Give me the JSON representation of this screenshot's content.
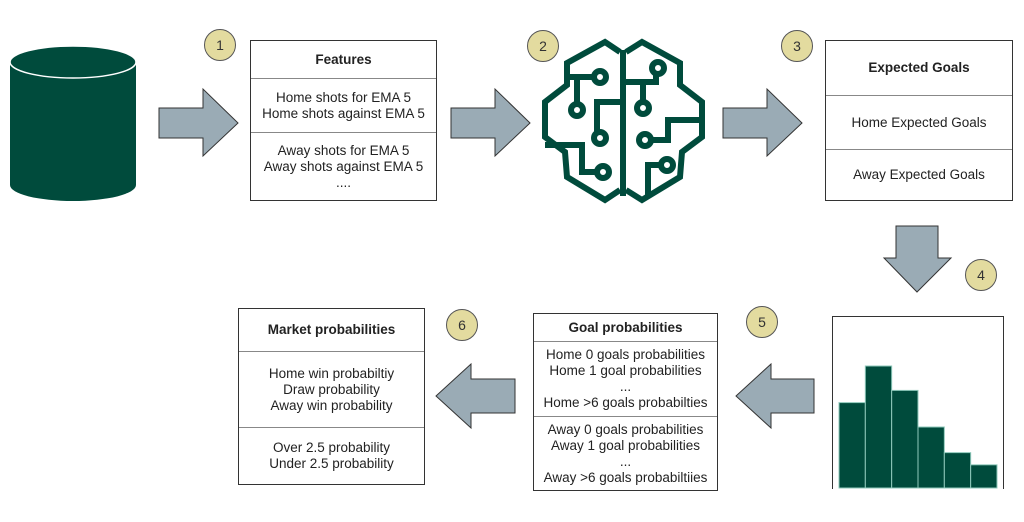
{
  "colors": {
    "primary": "#004B3C",
    "arrow": "#9AABB5",
    "badge": "#E3DB9F"
  },
  "steps": [
    "1",
    "2",
    "3",
    "4",
    "5",
    "6"
  ],
  "features": {
    "title": "Features",
    "group1": [
      "Home shots for EMA 5",
      "Home shots against EMA 5"
    ],
    "group2": [
      "Away shots for EMA 5",
      "Away shots against EMA 5",
      "...."
    ]
  },
  "expected_goals": {
    "title": "Expected Goals",
    "home": "Home Expected Goals",
    "away": "Away Expected Goals"
  },
  "goal_probabilities": {
    "title": "Goal probabilities",
    "home": [
      "Home 0 goals probabilities",
      "Home 1 goal probabilities",
      "...",
      "Home >6 goals probabilties"
    ],
    "away": [
      "Away 0 goals probabilities",
      "Away 1 goal probabilities",
      "...",
      "Away >6 goals probabiltiies"
    ]
  },
  "market_probabilities": {
    "title": "Market probabilities",
    "group1": [
      "Home win probabiltiy",
      "Draw probability",
      "Away win probability"
    ],
    "group2": [
      "Over 2.5 probability",
      "Under 2.5 probability"
    ]
  },
  "histogram": {
    "relative_heights": [
      0.7,
      1.0,
      0.8,
      0.5,
      0.29,
      0.19
    ]
  }
}
